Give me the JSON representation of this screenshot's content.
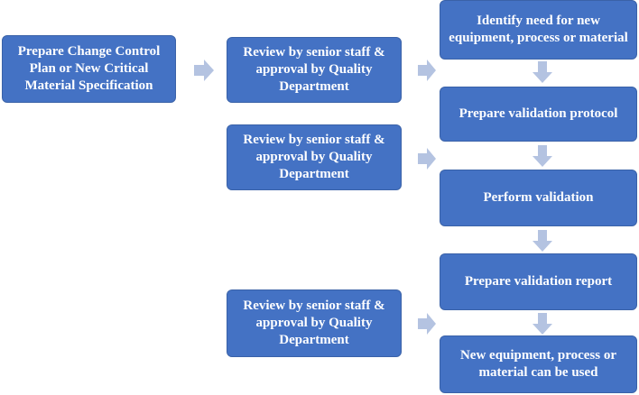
{
  "colors": {
    "box_fill": "#4472c4",
    "box_text": "#ffffff",
    "arrow_fill": "#b4c3e1"
  },
  "boxes": {
    "prepare_plan": "Prepare Change Control Plan or New Critical Material Specification",
    "review_1": "Review by senior staff & approval by Quality Department",
    "review_2": "Review by senior staff & approval by Quality Department",
    "review_3": "Review by senior staff & approval by Quality Department",
    "identify_need": "Identify need for new equipment, process or material",
    "prepare_protocol": "Prepare validation protocol",
    "perform_validation": "Perform validation",
    "prepare_report": "Prepare validation report",
    "can_be_used": "New equipment, process or material can be used"
  }
}
